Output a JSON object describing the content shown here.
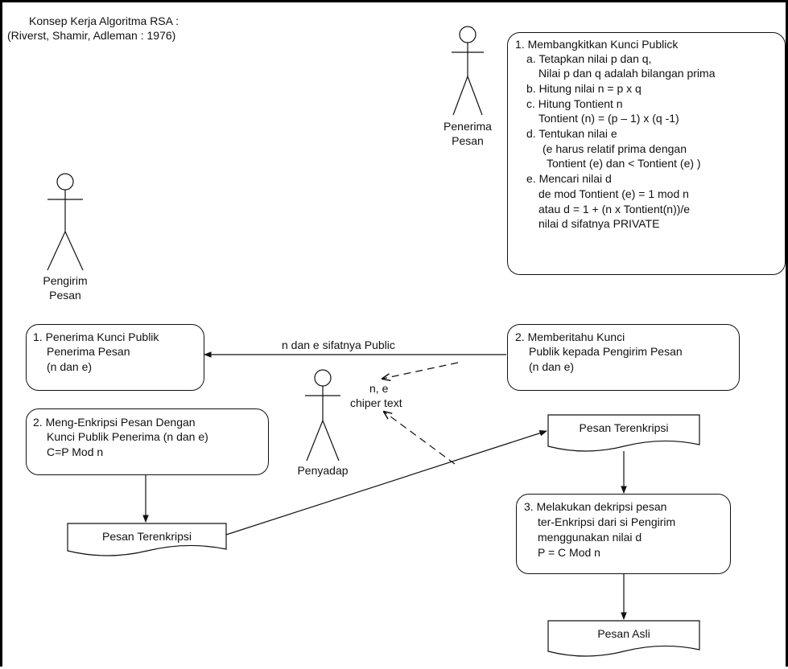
{
  "title": {
    "line1": "Konsep Kerja Algoritma RSA :",
    "line2": "(Riverst, Shamir, Adleman : 1976)"
  },
  "actors": {
    "receiver": {
      "line1": "Penerima",
      "line2": "Pesan"
    },
    "sender": {
      "line1": "Pengirim",
      "line2": "Pesan"
    },
    "eavesdropper": {
      "label": "Penyadap"
    }
  },
  "steps": {
    "generate_key": {
      "heading": "1. Membangkitkan Kunci Publick",
      "lines": [
        "a. Tetapkan nilai p dan q,",
        "Nilai p dan q adalah bilangan prima",
        "b. Hitung nilai n = p x q",
        "c. Hitung Tontient n",
        "Tontient (n) = (p – 1) x (q -1)",
        "d. Tentukan nilai e",
        "(e harus relatif prima dengan",
        "Tontient (e)  dan < Tontient (e) )",
        "e. Mencari nilai d",
        "de mod Tontient (e) = 1 mod n",
        "atau d = 1 + (n x Tontient(n))/e",
        "nilai d sifatnya PRIVATE"
      ]
    },
    "receive_public_key": {
      "lines": [
        "1. Penerima Kunci Publik",
        "Penerima Pesan",
        "(n dan e)"
      ]
    },
    "notify_public_key": {
      "lines": [
        "2. Memberitahu Kunci",
        "Publik kepada Pengirim Pesan",
        "(n dan e)"
      ]
    },
    "encrypt": {
      "lines": [
        "2. Meng-Enkripsi Pesan Dengan",
        "Kunci Publik Penerima (n dan e)",
        "C=P  Mod n"
      ]
    },
    "decrypt": {
      "lines": [
        "3. Melakukan dekripsi pesan",
        "ter-Enkripsi dari si Pengirim",
        "menggunakan nilai d",
        "P = C  Mod n"
      ]
    }
  },
  "documents": {
    "encrypted_left": "Pesan Terenkripsi",
    "encrypted_right": "Pesan Terenkripsi",
    "plain": "Pesan Asli"
  },
  "edges": {
    "public_label": "n dan e sifatnya Public",
    "intercept_line1": "n, e",
    "intercept_line2": "chiper text"
  }
}
